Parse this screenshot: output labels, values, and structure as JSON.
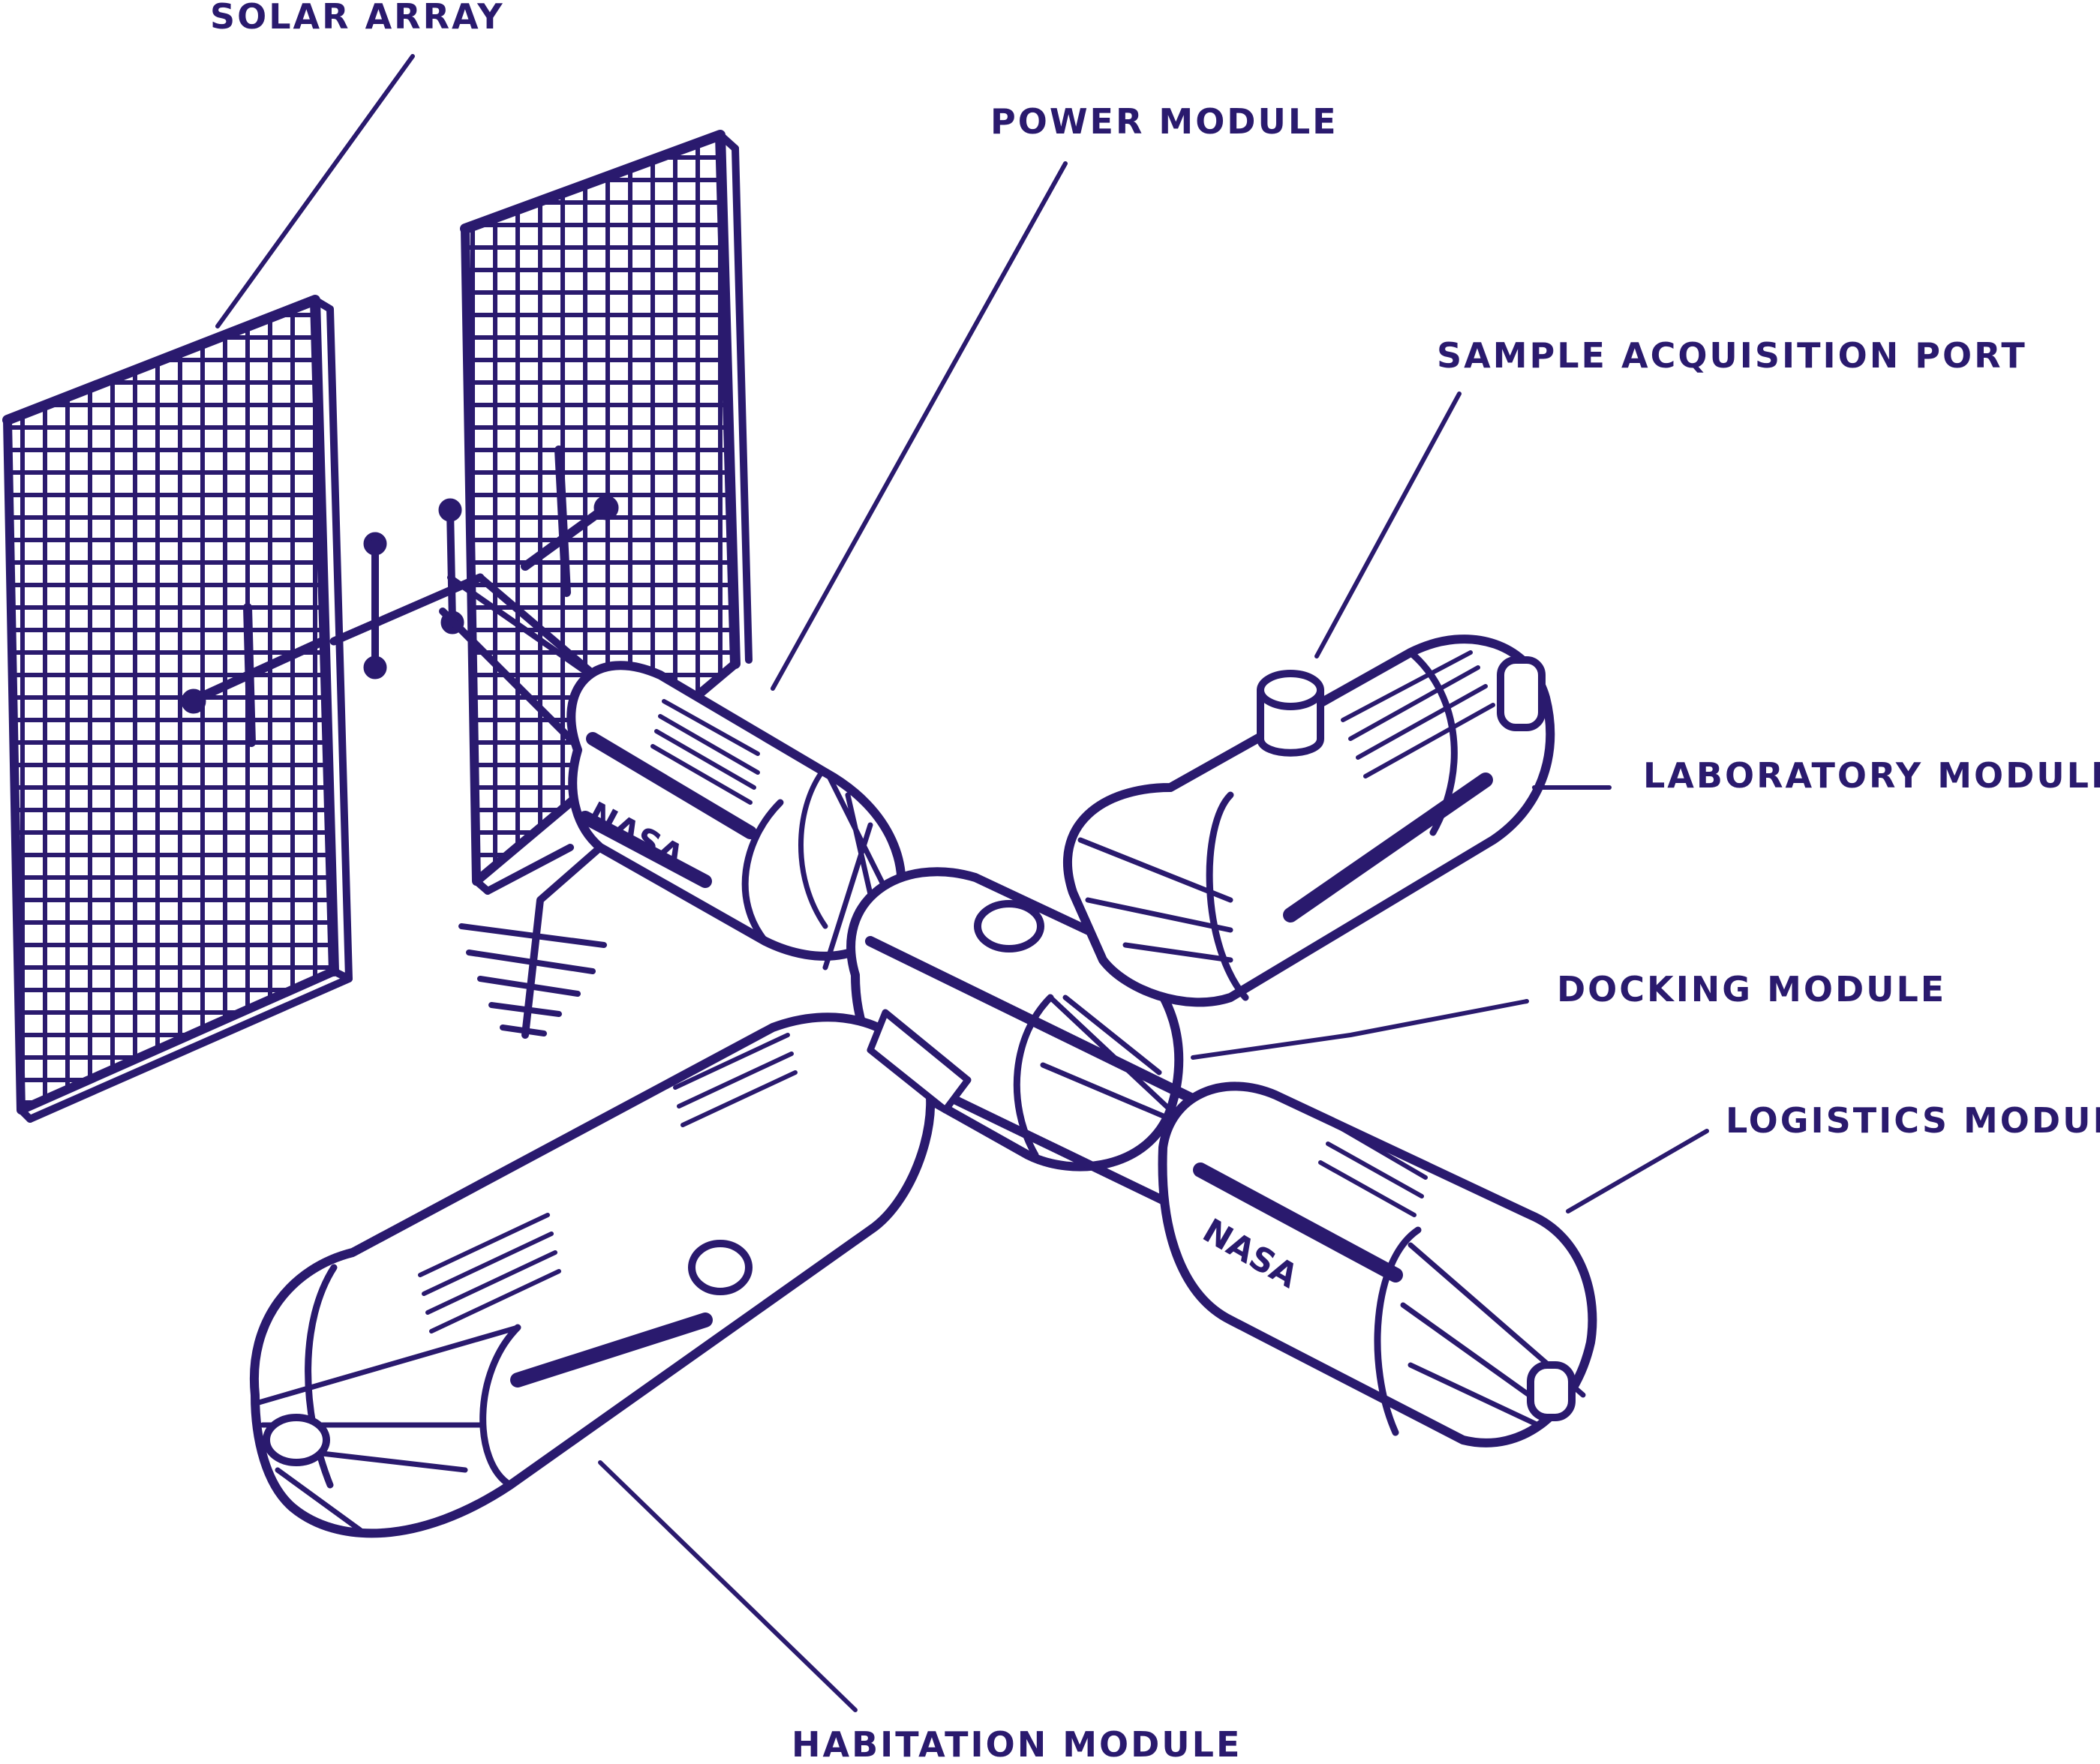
{
  "colors": {
    "ink": "#2a1a6e",
    "background": "#ffffff"
  },
  "labels": {
    "solar_array": "SOLAR ARRAY",
    "power_module": "POWER MODULE",
    "sample_acquisition_port": "SAMPLE ACQUISITION PORT",
    "laboratory_module": "LABORATORY MODULE",
    "docking_module": "DOCKING MODULE",
    "logistics_module": "LOGISTICS MODULE",
    "habitation_module": "HABITATION MODULE"
  },
  "logo_text": "NASA"
}
